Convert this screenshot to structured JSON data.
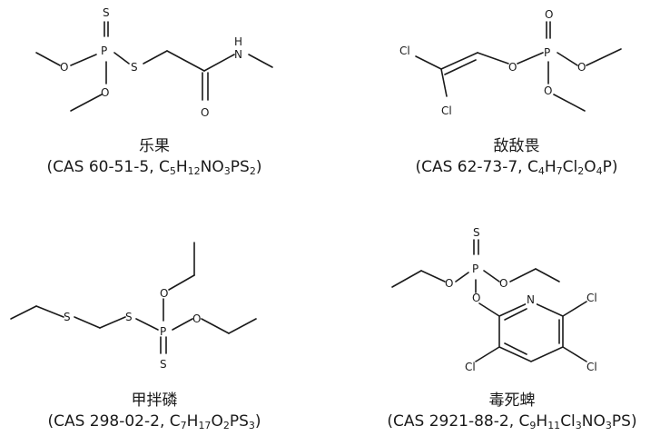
{
  "compounds": [
    {
      "name": "乐果",
      "cas_prefix": "(CAS 60-51-5, ",
      "formula": [
        [
          "C",
          "5"
        ],
        [
          "H",
          "12"
        ],
        [
          "N",
          ""
        ],
        [
          "O",
          "3"
        ],
        [
          "P",
          ""
        ],
        [
          "S",
          "2"
        ]
      ],
      "cas_suffix": ")"
    },
    {
      "name": "敌敌畏",
      "cas_prefix": "(CAS 62-73-7, ",
      "formula": [
        [
          "C",
          "4"
        ],
        [
          "H",
          "7"
        ],
        [
          "Cl",
          "2"
        ],
        [
          "O",
          "4"
        ],
        [
          "P",
          ""
        ]
      ],
      "cas_suffix": ")"
    },
    {
      "name": "甲拌磷",
      "cas_prefix": "(CAS 298-02-2, ",
      "formula": [
        [
          "C",
          "7"
        ],
        [
          "H",
          "17"
        ],
        [
          "O",
          "2"
        ],
        [
          "P",
          ""
        ],
        [
          "S",
          "3"
        ]
      ],
      "cas_suffix": ")"
    },
    {
      "name": "毒死蜱",
      "cas_prefix": "(CAS 2921-88-2, ",
      "formula": [
        [
          "C",
          "9"
        ],
        [
          "H",
          "11"
        ],
        [
          "Cl",
          "3"
        ],
        [
          "N",
          ""
        ],
        [
          "O",
          "3"
        ],
        [
          "P",
          ""
        ],
        [
          "S",
          ""
        ]
      ],
      "cas_suffix": ")"
    }
  ],
  "atom_labels": {
    "S": "S",
    "O": "O",
    "P": "P",
    "N": "N",
    "H": "H",
    "Cl": "Cl"
  }
}
